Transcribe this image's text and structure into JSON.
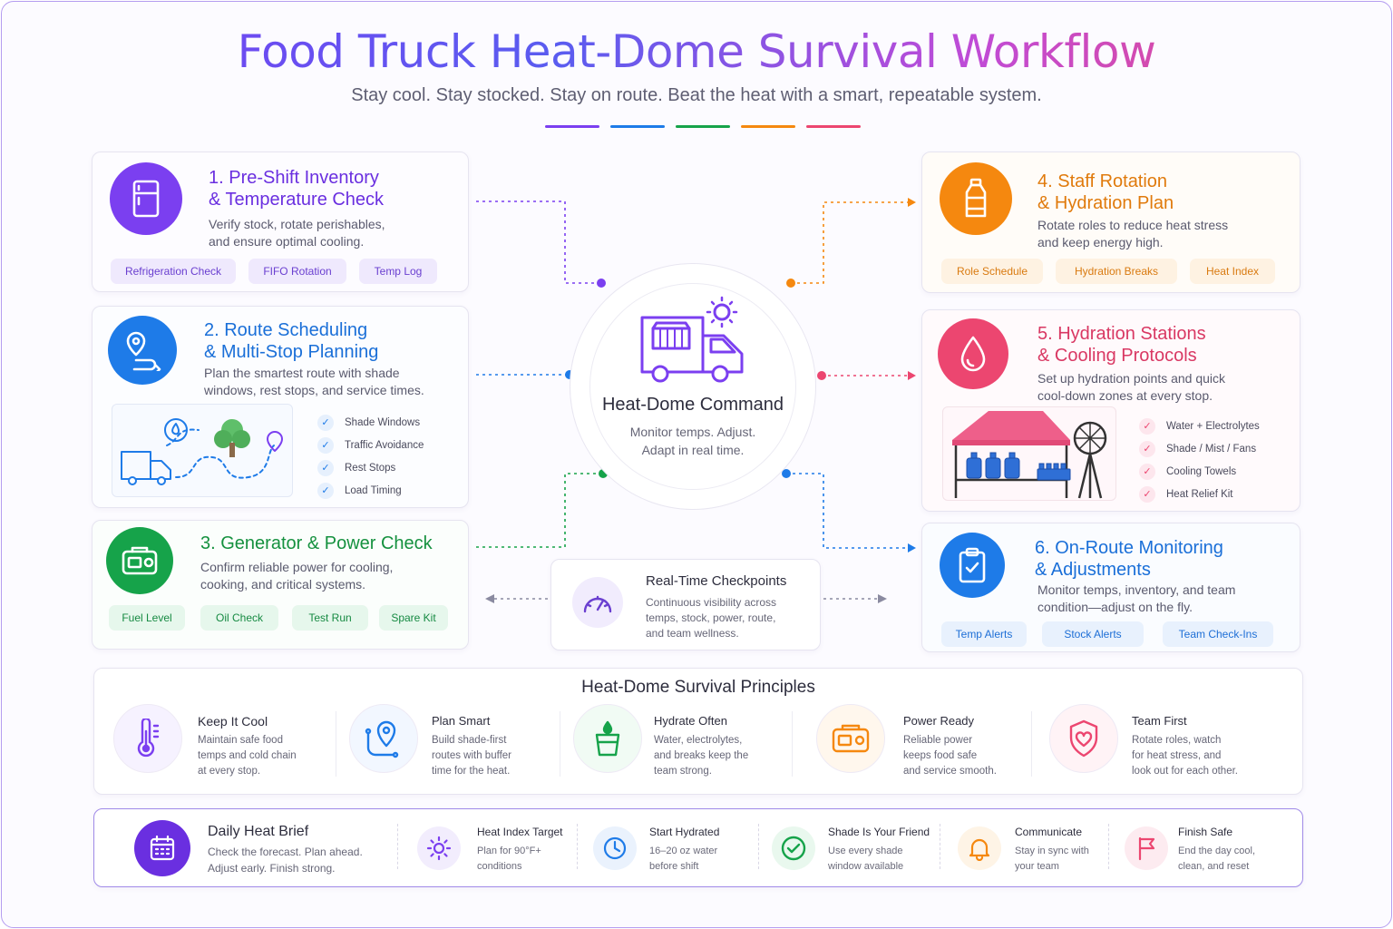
{
  "header": {
    "title": "Food Truck Heat-Dome Survival Workflow",
    "subtitle": "Stay cool. Stay stocked. Stay on route. Beat the heat with a smart, repeatable system."
  },
  "colors": {
    "purple": "#7b3ff0",
    "blue": "#1e7be8",
    "green": "#16a34a",
    "orange": "#f5880f",
    "pink": "#ec4670"
  },
  "hub": {
    "title": "Heat-Dome Command",
    "desc_line1": "Monitor temps. Adjust.",
    "desc_line2": "Adapt in real time."
  },
  "steps": {
    "s1": {
      "title_line1": "1. Pre-Shift Inventory",
      "title_line2": "& Temperature Check",
      "desc_line1": "Verify stock, rotate perishables,",
      "desc_line2": "and ensure optimal cooling.",
      "tags": [
        "Refrigeration Check",
        "FIFO Rotation",
        "Temp Log"
      ],
      "icon": "fridge-icon"
    },
    "s2": {
      "title_line1": "2. Route Scheduling",
      "title_line2": "& Multi-Stop Planning",
      "desc_line1": "Plan the smartest route with shade",
      "desc_line2": "windows, rest stops, and service times.",
      "checklist": [
        "Shade Windows",
        "Traffic Avoidance",
        "Rest Stops",
        "Load Timing"
      ],
      "icon": "map-pin-icon"
    },
    "s3": {
      "title": "3. Generator & Power Check",
      "desc_line1": "Confirm reliable power for cooling,",
      "desc_line2": "cooking, and critical systems.",
      "tags": [
        "Fuel Level",
        "Oil Check",
        "Test Run",
        "Spare Kit"
      ],
      "icon": "generator-icon"
    },
    "s4": {
      "title_line1": "4. Staff Rotation",
      "title_line2": "& Hydration Plan",
      "desc_line1": "Rotate roles to reduce heat stress",
      "desc_line2": "and keep energy high.",
      "tags": [
        "Role Schedule",
        "Hydration Breaks",
        "Heat Index"
      ],
      "icon": "water-bottle-icon"
    },
    "s5": {
      "title_line1": "5. Hydration Stations",
      "title_line2": "& Cooling Protocols",
      "desc_line1": "Set up hydration points and quick",
      "desc_line2": "cool-down zones at every stop.",
      "checklist": [
        "Water + Electrolytes",
        "Shade / Mist / Fans",
        "Cooling Towels",
        "Heat Relief Kit"
      ],
      "icon": "water-drop-icon"
    },
    "s6": {
      "title_line1": "6. On-Route Monitoring",
      "title_line2": "& Adjustments",
      "desc_line1": "Monitor temps, inventory, and team",
      "desc_line2": "condition—adjust on the fly.",
      "tags": [
        "Temp Alerts",
        "Stock Alerts",
        "Team Check-Ins"
      ],
      "icon": "clipboard-check-icon"
    }
  },
  "checkpoints": {
    "title": "Real-Time Checkpoints",
    "desc_line1": "Continuous visibility across",
    "desc_line2": "temps, stock, power, route,",
    "desc_line3": "and team wellness.",
    "icon": "gauge-icon"
  },
  "principles": {
    "heading": "Heat-Dome Survival Principles",
    "items": [
      {
        "title": "Keep It Cool",
        "l1": "Maintain safe food",
        "l2": "temps and cold chain",
        "l3": "at every stop.",
        "icon": "thermometer-icon"
      },
      {
        "title": "Plan Smart",
        "l1": "Build shade-first",
        "l2": "routes with buffer",
        "l3": "time for the heat.",
        "icon": "route-pin-icon"
      },
      {
        "title": "Hydrate Often",
        "l1": "Water, electrolytes,",
        "l2": "and breaks keep the",
        "l3": "team strong.",
        "icon": "cup-icon"
      },
      {
        "title": "Power Ready",
        "l1": "Reliable power",
        "l2": "keeps food safe",
        "l3": "and service smooth.",
        "icon": "generator-icon"
      },
      {
        "title": "Team First",
        "l1": "Rotate roles, watch",
        "l2": "for heat stress, and",
        "l3": "look out for each other.",
        "icon": "heart-shield-icon"
      }
    ]
  },
  "brief": {
    "title": "Daily Heat Brief",
    "desc_line1": "Check the forecast. Plan ahead.",
    "desc_line2": "Adjust early. Finish strong.",
    "icon": "calendar-icon",
    "items": [
      {
        "title": "Heat Index Target",
        "l1": "Plan for 90°F+",
        "l2": "conditions",
        "icon": "sun-icon"
      },
      {
        "title": "Start Hydrated",
        "l1": "16–20 oz water",
        "l2": "before shift",
        "icon": "clock-icon"
      },
      {
        "title": "Shade Is Your Friend",
        "l1": "Use every shade",
        "l2": "window available",
        "icon": "check-circle-icon"
      },
      {
        "title": "Communicate",
        "l1": "Stay in sync with",
        "l2": "your team",
        "icon": "bell-icon"
      },
      {
        "title": "Finish Safe",
        "l1": "End the day cool,",
        "l2": "clean, and reset",
        "icon": "flag-icon"
      }
    ]
  }
}
